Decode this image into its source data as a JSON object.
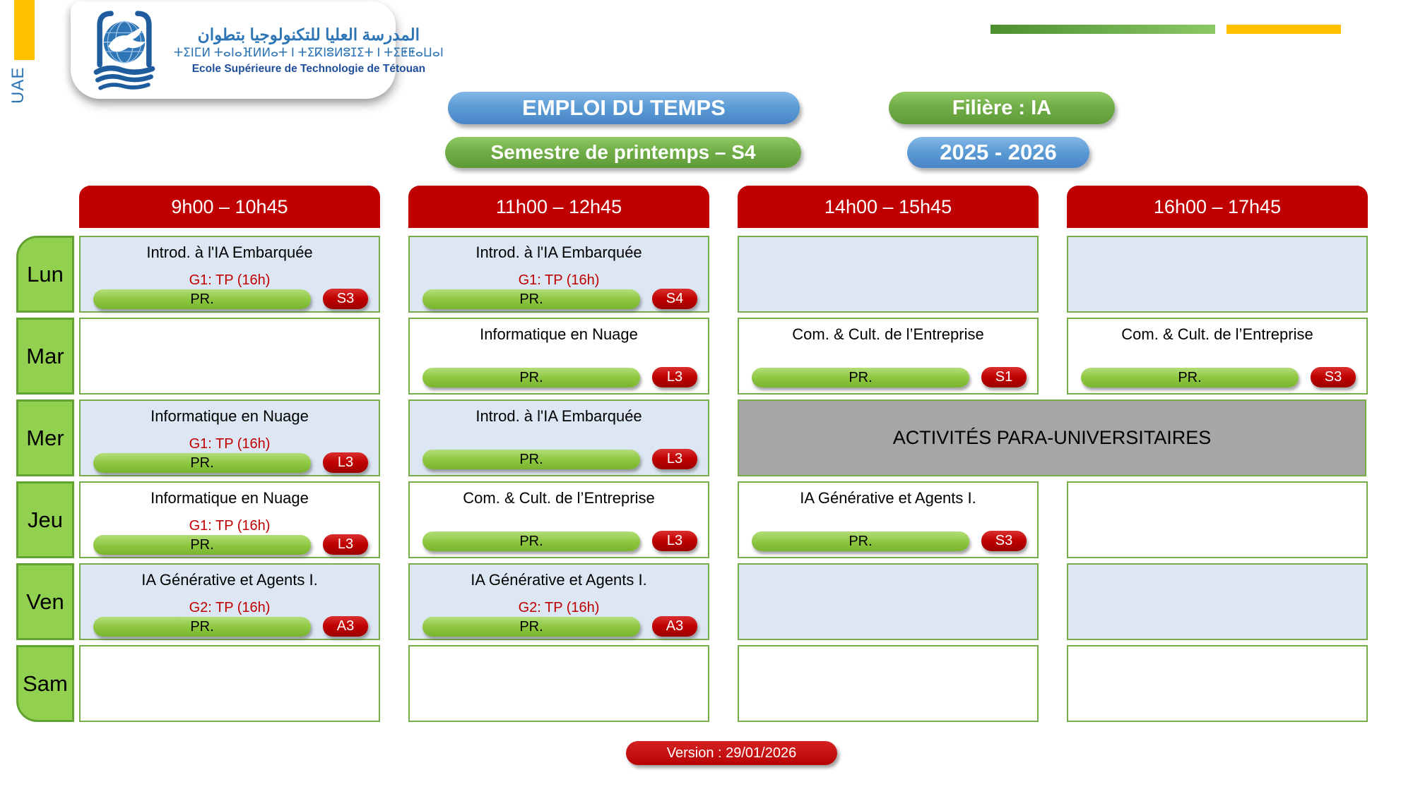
{
  "branding": {
    "uae": "UAE",
    "school_name_ar": "المدرسة العليا للتكنولوجيا بتطوان",
    "school_name_tifinagh": "ⵜⵉⵏⵎⵍ ⵜⴰⵏⴰⴼⵍⵍⴰⵜ ⵏ ⵜⵉⴽⵏⵓⵍⵓⵊⵉⵜ ⵏ ⵜⵉⵟⵟⴰⵡⴰⵏ",
    "school_name_fr": "Ecole Supérieure de Technologie de Tétouan"
  },
  "header": {
    "title": "EMPLOI DU TEMPS",
    "semester": "Semestre de printemps – S4",
    "program": "Filière : IA",
    "academic_year": "2025 - 2026"
  },
  "timetable": {
    "time_slots": [
      "9h00 – 10h45",
      "11h00 – 12h45",
      "14h00 – 15h45",
      "16h00 – 17h45"
    ],
    "days": [
      "Lun",
      "Mar",
      "Mer",
      "Jeu",
      "Ven",
      "Sam"
    ],
    "activities_label": "ACTIVITÉS PARA-UNIVERSITAIRES",
    "rows": [
      {
        "cells": [
          {
            "title": "Introd. à l'IA Embarquée",
            "group": "G1: TP (16h)",
            "teacher": "PR.",
            "room": "S3"
          },
          {
            "title": "Introd. à l'IA Embarquée",
            "group": "G1: TP (16h)",
            "teacher": "PR.",
            "room": "S4"
          },
          null,
          null
        ]
      },
      {
        "cells": [
          null,
          {
            "title": "Informatique en Nuage",
            "teacher": "PR.",
            "room": "L3"
          },
          {
            "title": "Com. & Cult. de l’Entreprise",
            "teacher": "PR.",
            "room": "S1"
          },
          {
            "title": "Com. & Cult. de l’Entreprise",
            "teacher": "PR.",
            "room": "S3"
          }
        ]
      },
      {
        "cells": [
          {
            "title": "Informatique en Nuage",
            "group": "G1: TP (16h)",
            "teacher": "PR.",
            "room": "L3"
          },
          {
            "title": "Introd. à l'IA Embarquée",
            "teacher": "PR.",
            "room": "L3"
          },
          null,
          null
        ]
      },
      {
        "cells": [
          {
            "title": "Informatique en Nuage",
            "group": "G1: TP (16h)",
            "teacher": "PR.",
            "room": "L3"
          },
          {
            "title": "Com. & Cult. de l’Entreprise",
            "teacher": "PR.",
            "room": "L3"
          },
          {
            "title": "IA Générative et Agents I.",
            "teacher": "PR.",
            "room": "S3"
          },
          null
        ]
      },
      {
        "cells": [
          {
            "title": "IA Générative et Agents I.",
            "group": "G2: TP (16h)",
            "teacher": "PR.",
            "room": "A3"
          },
          {
            "title": "IA Générative et Agents I.",
            "group": "G2: TP (16h)",
            "teacher": "PR.",
            "room": "A3"
          },
          null,
          null
        ]
      },
      {
        "cells": [
          null,
          null,
          null,
          null
        ]
      }
    ]
  },
  "footer": {
    "version": "Version : 29/01/2026"
  },
  "colors": {
    "accent_red": "#C00000",
    "accent_green": "#92D050",
    "border_green": "#70AD47",
    "accent_blue": "#5B9BD5",
    "shaded_cell": "#DCE7F3",
    "gray_cell": "#A6A6A6",
    "gold": "#FFC000",
    "logo_blue": "#2E75B6"
  }
}
